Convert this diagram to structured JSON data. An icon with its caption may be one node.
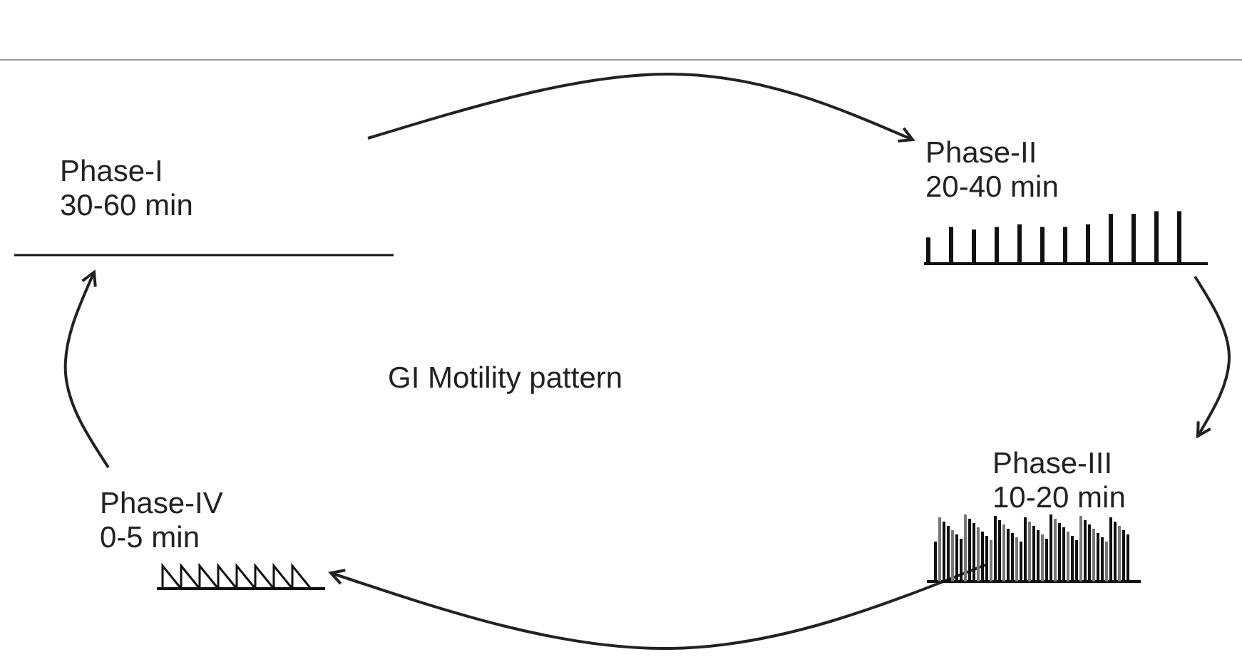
{
  "diagram": {
    "nodes": [
      {
        "text": [
          "Phase-I",
          "30-60 min"
        ]
      },
      {
        "text": [
          "Phase-II",
          "20-40 min"
        ]
      },
      {
        "text": [
          "Phase-III",
          "10-20 min"
        ]
      },
      {
        "text": [
          "Phase-IV",
          "0-5 min"
        ]
      }
    ],
    "edges": [
      {
        "from": 0,
        "to": 1,
        "arrow": "to"
      },
      {
        "from": 1,
        "to": 2,
        "arrow": "to"
      },
      {
        "from": 2,
        "to": 3,
        "arrow": "to"
      },
      {
        "from": 3,
        "to": 0,
        "arrow": "to"
      }
    ],
    "labels": [
      "GI Motility pattern"
    ]
  }
}
